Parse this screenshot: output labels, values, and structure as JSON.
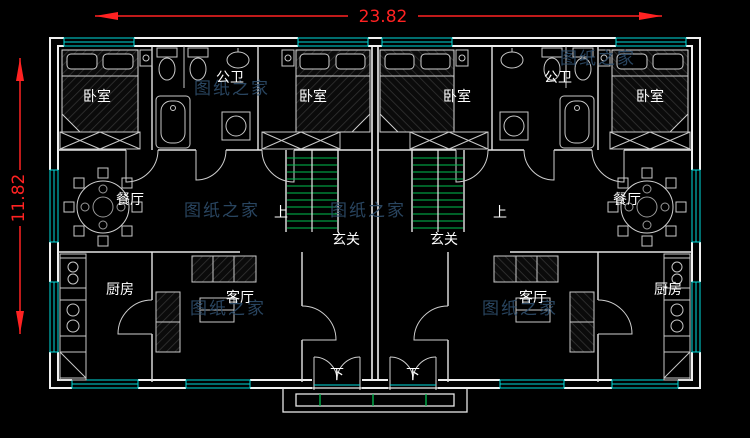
{
  "drawing": {
    "dimensions": {
      "width": "23.82",
      "height": "11.82"
    },
    "rooms": {
      "bedroom": "卧室",
      "public_bathroom": "公卫",
      "dining_room": "餐厅",
      "kitchen": "厨房",
      "living_room": "客厅",
      "entry_hall": "玄关",
      "stairs_up": "上",
      "entrance_down": "下"
    },
    "watermark": "图纸之家",
    "colors": {
      "background": "#000000",
      "wall_lines": "#f0f0f0",
      "window_lines": "#00dcdc",
      "stair_lines": "#00c050",
      "dimension_red": "#ff2222",
      "watermark_blue": "#2e4d6b",
      "label_white": "#ffffff"
    }
  }
}
